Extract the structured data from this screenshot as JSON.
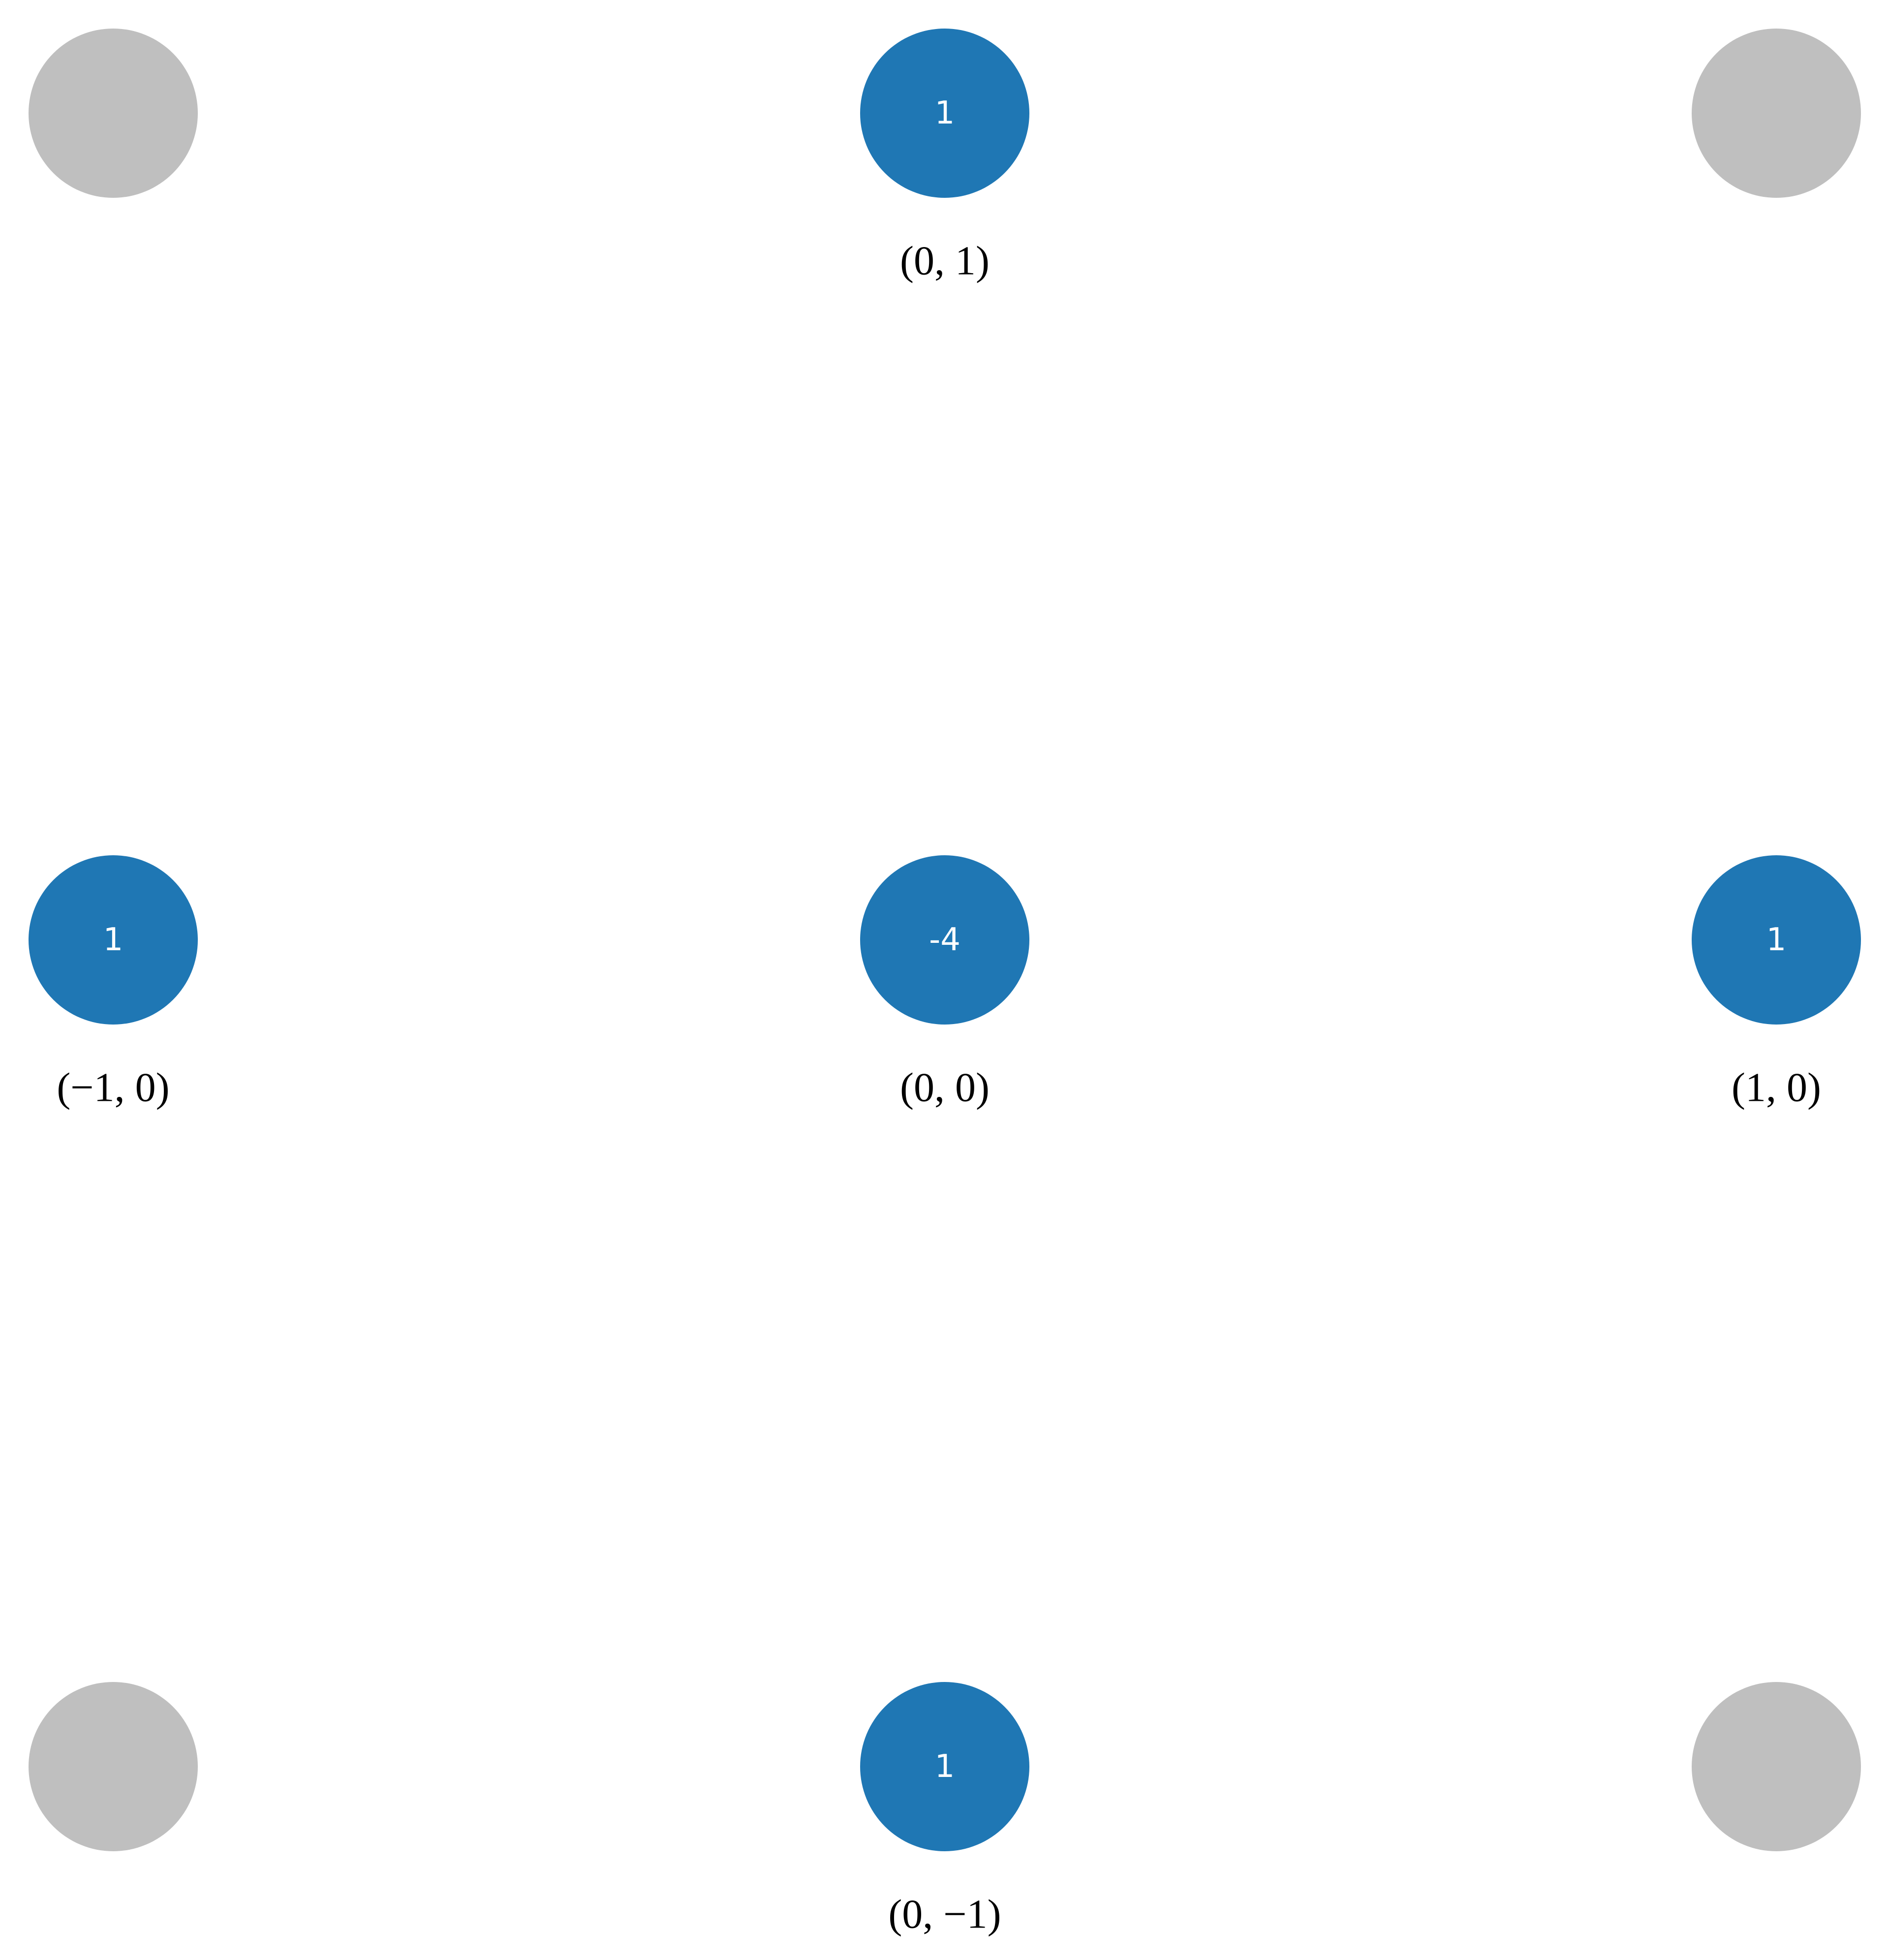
{
  "colors": {
    "active_node": "#1f77b4",
    "inactive_node": "#bfbfbf",
    "value_text": "#ffffff",
    "label_text": "#000000"
  },
  "grid": {
    "x_values": [
      -1,
      0,
      1
    ],
    "y_values": [
      1,
      0,
      -1
    ]
  },
  "nodes": [
    {
      "x": -1,
      "y": 1,
      "active": false
    },
    {
      "x": 0,
      "y": 1,
      "active": true,
      "value": "1",
      "label": "(0, 1)"
    },
    {
      "x": 1,
      "y": 1,
      "active": false
    },
    {
      "x": -1,
      "y": 0,
      "active": true,
      "value": "1",
      "label": "(−1, 0)"
    },
    {
      "x": 0,
      "y": 0,
      "active": true,
      "value": "-4",
      "label": "(0, 0)"
    },
    {
      "x": 1,
      "y": 0,
      "active": true,
      "value": "1",
      "label": "(1, 0)"
    },
    {
      "x": -1,
      "y": -1,
      "active": false
    },
    {
      "x": 0,
      "y": -1,
      "active": true,
      "value": "1",
      "label": "(0, −1)"
    },
    {
      "x": 1,
      "y": -1,
      "active": false
    }
  ]
}
